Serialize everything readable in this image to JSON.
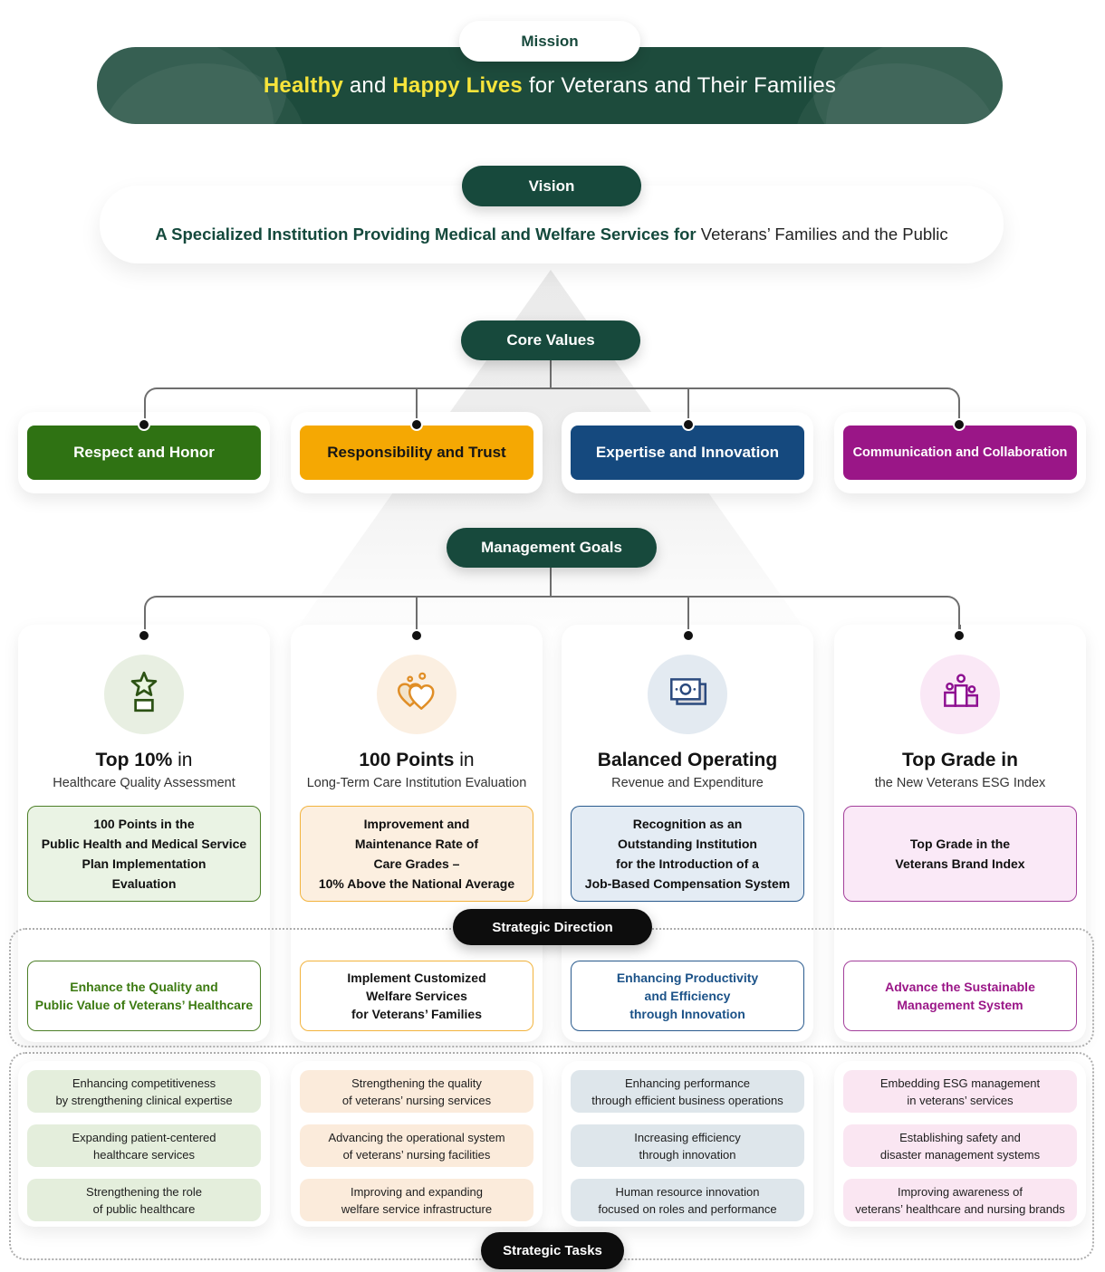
{
  "colors": {
    "pill_green": "#17493C",
    "banner_green": "#1D4B3C",
    "highlight_yellow": "#F7E43B",
    "pill_black": "#0D0D0D",
    "connector_gray": "#6E6E6E"
  },
  "mission": {
    "pill": "Mission",
    "headline": {
      "h1": "Healthy",
      "join": " and ",
      "h2": "Happy Lives",
      "rest": " for Veterans and Their Families"
    }
  },
  "vision": {
    "pill": "Vision",
    "bold": "A Specialized Institution Providing Medical and Welfare Services for",
    "rest": " Veterans’ Families and the Public"
  },
  "core_values": {
    "pill": "Core Values",
    "items": [
      {
        "label": "Respect and Honor",
        "bg": "#2F7213",
        "fg": "#FFFFFF",
        "font_size": "17px"
      },
      {
        "label": "Responsibility and Trust",
        "bg": "#F5A803",
        "fg": "#161616",
        "font_size": "17px"
      },
      {
        "label": "Expertise and Innovation",
        "bg": "#15497E",
        "fg": "#FFFFFF",
        "font_size": "17px"
      },
      {
        "label": "Communication and Collaboration",
        "bg": "#9A1687",
        "fg": "#FFFFFF",
        "font_size": "14.5px"
      }
    ]
  },
  "management_goals": {
    "pill": "Management Goals",
    "cards": [
      {
        "icon": "award-star-icon",
        "icon_bg": "#E8EFE2",
        "title_bold": "Top 10%",
        "title_rest": " in",
        "subtitle": "Healthcare Quality Assessment",
        "goal_border": "#4C7F27",
        "goal_tint": "#EAF3E4",
        "goal_lines": [
          "100 Points in the",
          "Public Health and Medical Service",
          "Plan Implementation",
          "Evaluation"
        ]
      },
      {
        "icon": "twin-hearts-icon",
        "icon_bg": "#FBEFE1",
        "title_bold": "100 Points",
        "title_rest": " in",
        "subtitle": "Long-Term Care Institution Evaluation",
        "goal_border": "#F2B33D",
        "goal_tint": "#FCEFE0",
        "goal_lines": [
          "Improvement and",
          "Maintenance Rate of",
          "Care Grades –",
          "10% Above the National Average"
        ]
      },
      {
        "icon": "banknote-icon",
        "icon_bg": "#E3EAF1",
        "title_bold": "Balanced Operating",
        "title_rest": "",
        "subtitle": "Revenue and Expenditure",
        "goal_border": "#2A5B8E",
        "goal_tint": "#E4ECF4",
        "goal_lines": [
          "Recognition as an",
          "Outstanding Institution",
          "for the Introduction of a",
          "Job-Based Compensation System"
        ]
      },
      {
        "icon": "podium-icon",
        "icon_bg": "#FAE8F6",
        "title_bold": "Top Grade in",
        "title_rest": "",
        "subtitle": "the New Veterans ESG Index",
        "goal_border": "#A33F9B",
        "goal_tint": "#FAE9F7",
        "goal_lines": [
          "Top Grade in the",
          "Veterans Brand Index"
        ]
      }
    ]
  },
  "strategic_direction": {
    "pill": "Strategic Direction",
    "items": [
      {
        "lines": [
          "Enhance the Quality and",
          "Public Value of Veterans’ Healthcare"
        ],
        "color": "#3C7A11",
        "border": "#4C7F27"
      },
      {
        "lines": [
          "Implement Customized",
          "Welfare Services",
          "for Veterans’ Families"
        ],
        "color": "#141414",
        "border": "#F2B33D"
      },
      {
        "lines": [
          "Enhancing Productivity",
          "and Efficiency",
          "through Innovation"
        ],
        "color": "#1B5288",
        "border": "#2A5B8E"
      },
      {
        "lines": [
          "Advance the Sustainable",
          "Management System"
        ],
        "color": "#9A1687",
        "border": "#A33F9B"
      }
    ]
  },
  "strategic_tasks": {
    "pill": "Strategic Tasks",
    "columns": [
      {
        "tint": "#E4EEDC",
        "items": [
          [
            "Enhancing competitiveness",
            "by strengthening clinical expertise"
          ],
          [
            "Expanding patient-centered",
            "healthcare services"
          ],
          [
            "Strengthening the role",
            "of public healthcare"
          ]
        ]
      },
      {
        "tint": "#FBEBDB",
        "items": [
          [
            "Strengthening the quality",
            "of veterans’ nursing services"
          ],
          [
            "Advancing the operational system",
            "of veterans’ nursing facilities"
          ],
          [
            "Improving and expanding",
            "welfare service infrastructure"
          ]
        ]
      },
      {
        "tint": "#DEE6EB",
        "items": [
          [
            "Enhancing performance",
            "through efficient business operations"
          ],
          [
            "Increasing efficiency",
            "through innovation"
          ],
          [
            "Human resource innovation",
            "focused on roles and performance"
          ]
        ]
      },
      {
        "tint": "#FAE6F2",
        "items": [
          [
            "Embedding ESG management",
            "in veterans’ services"
          ],
          [
            "Establishing safety and",
            "disaster management systems"
          ],
          [
            "Improving awareness of",
            "veterans’ healthcare and nursing brands"
          ]
        ]
      }
    ]
  }
}
